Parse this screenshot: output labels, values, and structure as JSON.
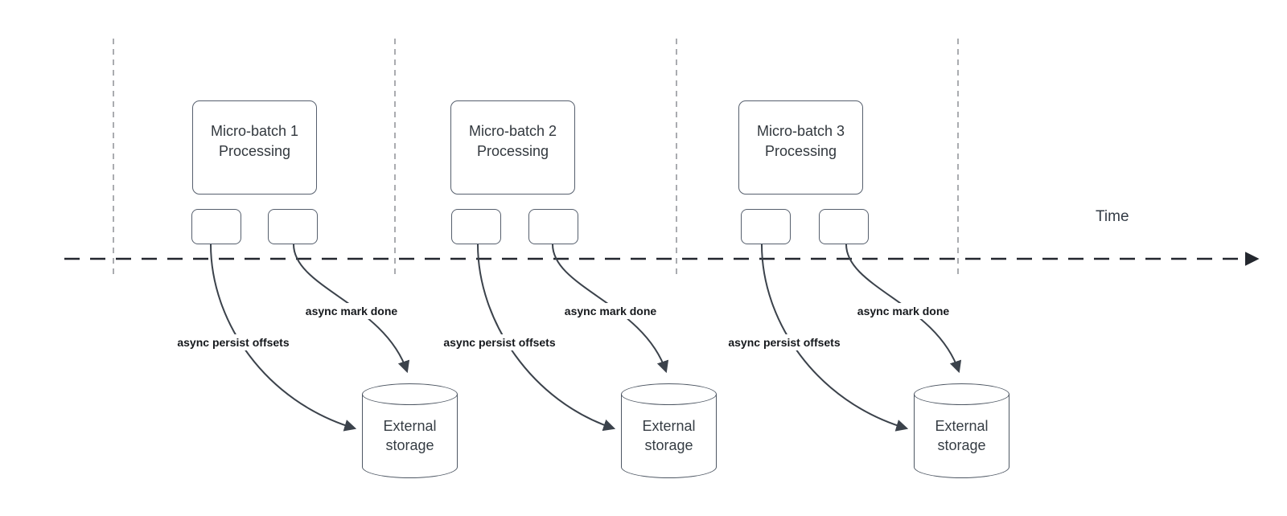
{
  "diagram": {
    "time_axis_label": "Time",
    "groups": [
      {
        "box_lines": [
          "Micro-batch 1",
          "Processing"
        ],
        "persist_label": "async persist offsets",
        "mark_done_label": "async mark done",
        "storage_lines": [
          "External",
          "storage"
        ]
      },
      {
        "box_lines": [
          "Micro-batch 2",
          "Processing"
        ],
        "persist_label": "async persist offsets",
        "mark_done_label": "async mark done",
        "storage_lines": [
          "External",
          "storage"
        ]
      },
      {
        "box_lines": [
          "Micro-batch 3",
          "Processing"
        ],
        "persist_label": "async persist offsets",
        "mark_done_label": "async mark done",
        "storage_lines": [
          "External",
          "storage"
        ]
      }
    ],
    "colors": {
      "connector": "#3b424b",
      "shape_border": "#565f6d",
      "timeline": "#23272e",
      "guide_line": "#aaacb0",
      "label_text": "#15181c",
      "shape_text": "#32383e"
    }
  }
}
